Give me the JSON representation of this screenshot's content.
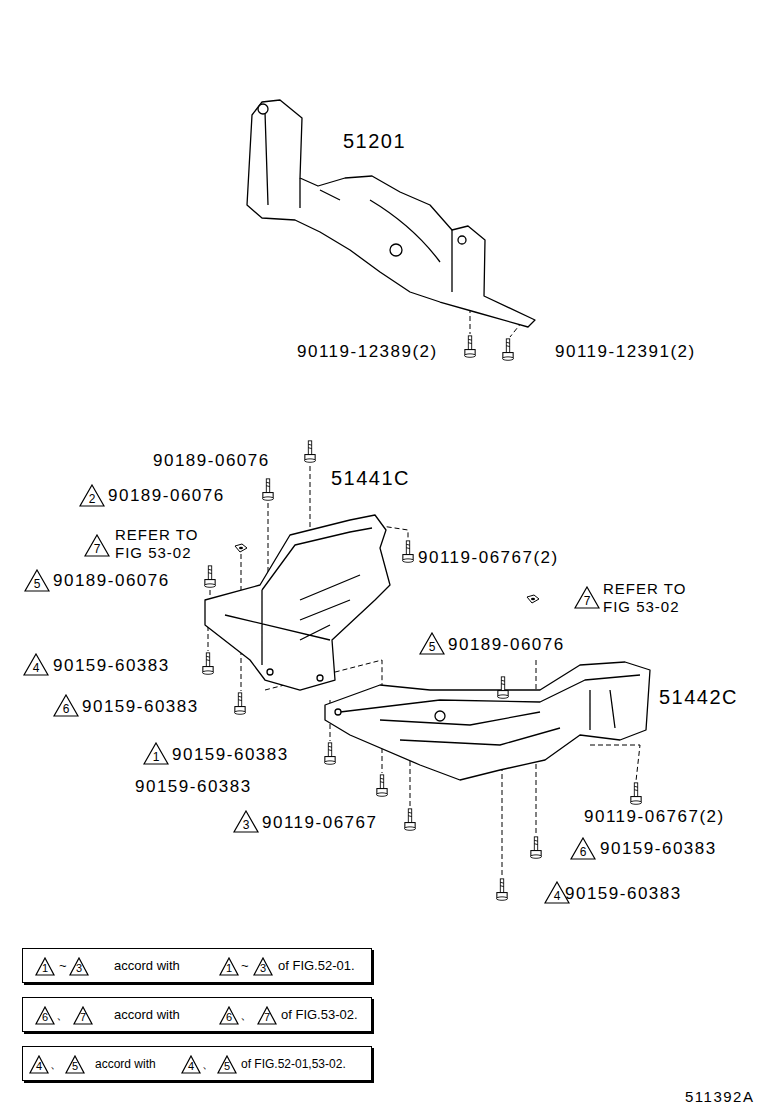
{
  "diagram": {
    "nodes": [
      {
        "text": [
          "2"
        ]
      },
      {
        "text": [
          "7"
        ]
      },
      {
        "text": [
          "5"
        ]
      },
      {
        "text": [
          "7"
        ]
      },
      {
        "text": [
          "5"
        ]
      },
      {
        "text": [
          "4"
        ]
      },
      {
        "text": [
          "6"
        ]
      },
      {
        "text": [
          "1"
        ]
      },
      {
        "text": [
          "3"
        ]
      },
      {
        "text": [
          "6"
        ]
      },
      {
        "text": [
          "4"
        ]
      },
      {
        "text": [
          "~",
          "accord with",
          "~",
          "of FIG.52-01."
        ]
      },
      {
        "text": [
          "1"
        ],
        "in": 11
      },
      {
        "text": [
          "3"
        ],
        "in": 11
      },
      {
        "text": [
          "1"
        ],
        "in": 11
      },
      {
        "text": [
          "3"
        ],
        "in": 11
      },
      {
        "text": [
          "、",
          "accord with",
          "、",
          "of FIG.53-02."
        ]
      },
      {
        "text": [
          "6"
        ],
        "in": 16
      },
      {
        "text": [
          "7"
        ],
        "in": 16
      },
      {
        "text": [
          "6"
        ],
        "in": 16
      },
      {
        "text": [
          "7"
        ],
        "in": 16
      },
      {
        "text": [
          "、",
          "accord with",
          "、",
          "of FIG.52-01,53-02."
        ]
      },
      {
        "text": [
          "4"
        ],
        "in": 21
      },
      {
        "text": [
          "5"
        ],
        "in": 21
      },
      {
        "text": [
          "4"
        ],
        "in": 21
      },
      {
        "text": [
          "5"
        ],
        "in": 21
      }
    ],
    "labels": [
      "51201",
      "90119-12389(2)",
      "90119-12391(2)",
      "90189-06076",
      "51441C",
      "90189-06076",
      "90119-06767(2)",
      "REFER TO FIG 53-02",
      "90189-06076",
      "REFER TO FIG 53-02",
      "90189-06076",
      "90159-60383",
      "51442C",
      "90159-60383",
      "90159-60383",
      "90159-60383",
      "90119-06767",
      "90119-06767(2)",
      "90159-60383",
      "90159-60383",
      "511392A"
    ]
  }
}
